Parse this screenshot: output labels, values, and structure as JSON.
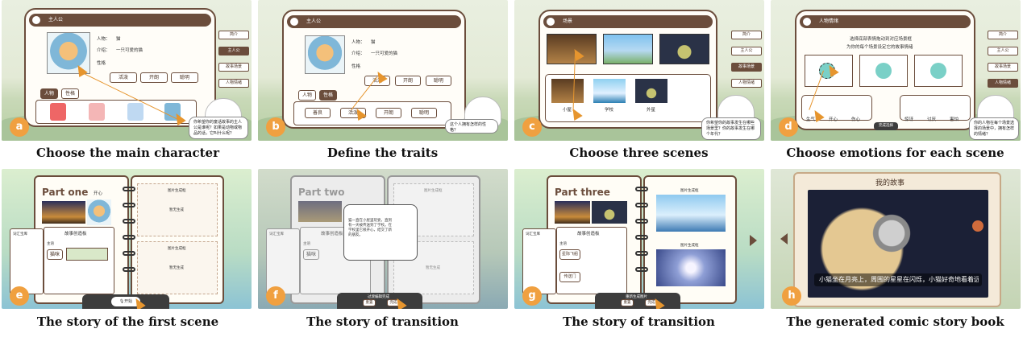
{
  "captions": {
    "a": "Choose the main character",
    "b": "Define the traits",
    "c": "Choose three scenes",
    "d": "Choose emotions for each scene",
    "e": "The story of the first scene",
    "f": "The story of transition",
    "g": "The story of transition",
    "h": "The generated comic story book"
  },
  "badges": {
    "a": "a",
    "b": "b",
    "c": "c",
    "d": "d",
    "e": "e",
    "f": "f",
    "g": "g",
    "h": "h"
  },
  "sidebar": [
    "简介",
    "主人公",
    "故事场景",
    "人物情绪"
  ],
  "panel_a": {
    "header": "主人公",
    "name_label": "人物：",
    "name_value": "猫",
    "intro_label": "介绍：",
    "intro_value": "一只可爱的猫",
    "trait_label": "性格",
    "traits": [
      "活泼",
      "开朗",
      "聪明"
    ],
    "tabs": [
      "人物",
      "性格"
    ],
    "bubble": "你希望你的童话故事的主人公是谁呢？如果是动物或物品的话，它叫什么呢？"
  },
  "panel_b": {
    "header": "主人公",
    "name_label": "人物：",
    "name_value": "猫",
    "intro_label": "介绍：",
    "intro_value": "一只可爱的猫",
    "trait_label": "性格",
    "traits": [
      "活泼",
      "开朗",
      "聪明"
    ],
    "tabs": [
      "人物",
      "性格"
    ],
    "options": [
      "善良",
      "活泼",
      "开朗",
      "聪明"
    ],
    "bubble": "这个人拥有怎样的性格？"
  },
  "panel_c": {
    "header": "场景",
    "scenes": [
      "小屋",
      "学校",
      "外星"
    ],
    "bubble": "你希望你的故事发生在哪些场景里？你的故事发生在哪个年代？"
  },
  "panel_d": {
    "header": "人物情绪",
    "instruction1": "选择底部表情拖动到对应场景框",
    "instruction2": "为你的每个场景设定它的故事情绪",
    "emotions_left": [
      "生气",
      "开心",
      "伤心"
    ],
    "emotions_right": [
      "惊讶",
      "讨厌",
      "害怕"
    ],
    "confirm": "完成选择",
    "bubble": "你的人物在每个场景选择的场景中，拥有怎样的情绪？"
  },
  "panel_e": {
    "part_title": "Part one",
    "emotion": "开心",
    "vocab_title": "词汇宝库",
    "board_title": "故事创造板",
    "subject_label": "主语",
    "word": "猫咪",
    "right_label": "图片生成框",
    "right_note": "暂无生成",
    "start_button": "开始"
  },
  "panel_f": {
    "part_title": "Part two",
    "vocab_title": "词汇宝库",
    "board_title": "故事创造板",
    "subject_label": "主语",
    "word": "猫咪",
    "popup_text": "猫一直在小屋里玩耍，直到有一天被传送到了学校。在学校里它很开心，结交了新的朋友。",
    "right_label": "图片生成框",
    "right_note": "暂无生成",
    "bar_label": "过渡编辑完成",
    "bar_buttons": [
      "重置",
      "完成"
    ]
  },
  "panel_g": {
    "part_title": "Part three",
    "vocab_title": "词汇宝库",
    "board_title": "故事创造板",
    "subject_label": "主语",
    "words": [
      "星际飞船",
      "传送门"
    ],
    "right_label": "图片生成框",
    "bar_label": "重新生成图片",
    "bar_buttons": [
      "重置",
      "完成"
    ]
  },
  "panel_h": {
    "title": "我的故事",
    "subtitle": "小猫坐在月亮上，周围的星星在闪烁，小猫好奇地看着远方"
  }
}
